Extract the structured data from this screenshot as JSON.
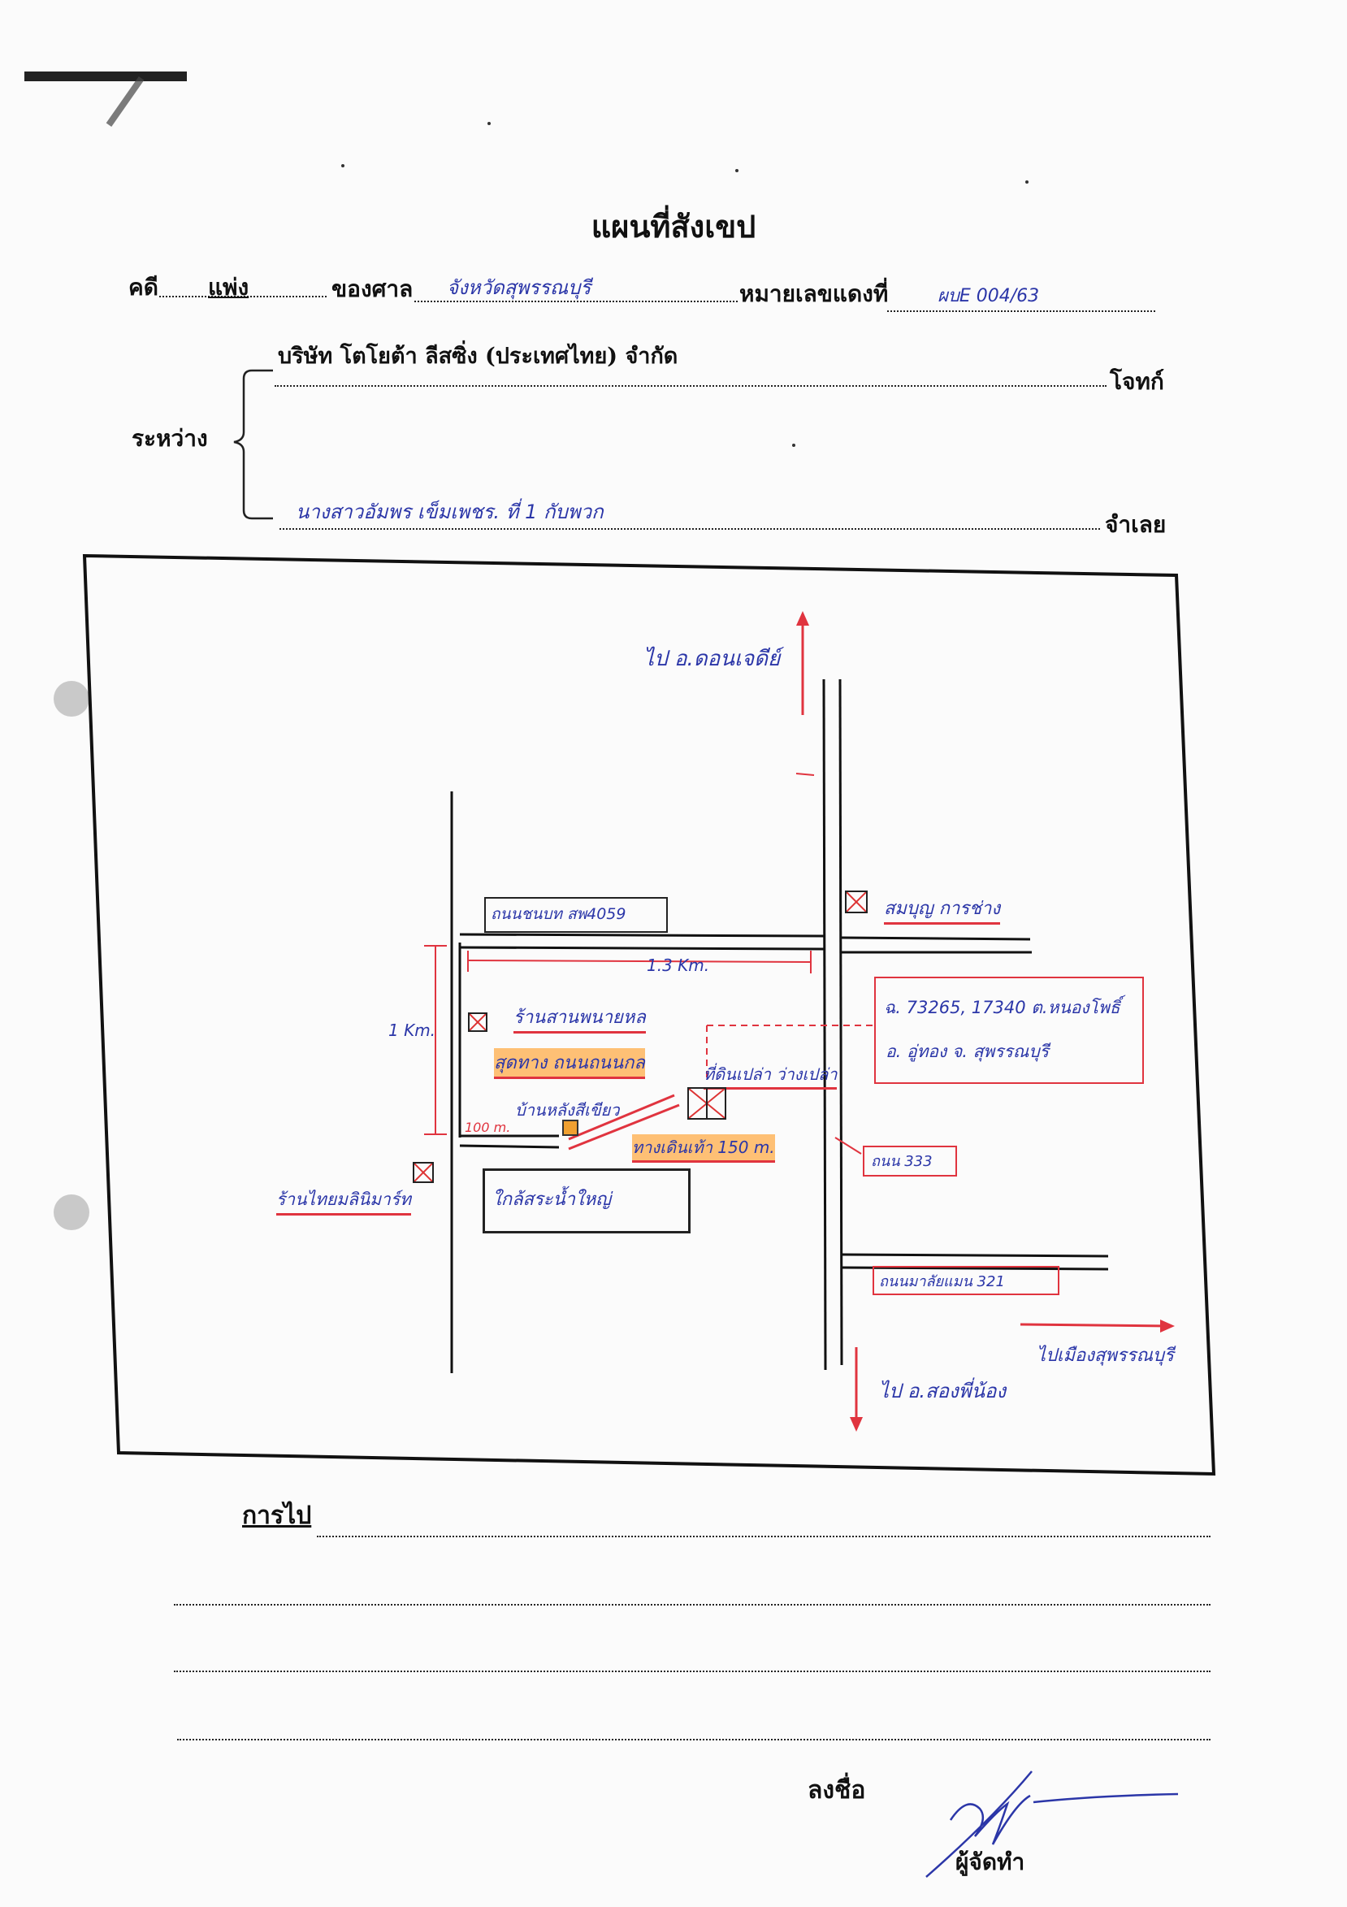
{
  "header": {
    "title": "แผนที่สังเขป",
    "case_label": "คดี",
    "case_type": "แพ่ง",
    "court_label": "ของศาล",
    "court_name": "จังหวัดสุพรรณบุรี",
    "red_number_label": "หมายเลขแดงที่",
    "red_number": "ผบE 004/63"
  },
  "parties": {
    "between_label": "ระหว่าง",
    "plaintiff_name": "บริษัท โตโยต้า ลีสซิ่ง (ประเทศไทย) จำกัด",
    "plaintiff_role": "โจทก์",
    "defendant_name": "นางสาวอัมพร เข็มเพชร. ที่ 1 กับพวก",
    "defendant_role": "จำเลย"
  },
  "map": {
    "to_north": "ไป อ.ดอนเจดีย์",
    "road_top": "ถนนชนบท สพ4059",
    "shop_top_right": "สมบุญ การช่าง",
    "distance_h": "1.3 Km.",
    "distance_v": "1 Km.",
    "distance_short": "100 m.",
    "shop_grocery": "ร้านสานพนายหล",
    "landmark_highlight": "สุดทาง ถนนถนนกล",
    "shop_house": "บ้านหลังสีเขียว",
    "target_location": "ที่ดินเปล่า ว่างเปล่า",
    "walk_distance": "ทางเดินเท้า 150 m.",
    "parcel_info_line1": "ฉ. 73265, 17340 ต.หนองโพธิ์",
    "parcel_info_line2": "อ. อู่ทอง จ. สุพรรณบุรี",
    "road_right_middle": "ถนน 333",
    "shop_left": "ร้านไทยมลินิมาร์ท",
    "water_tank": "ใกล้สระน้ำใหญ่",
    "road_bottom_right": "ถนนมาลัยแมน 321",
    "to_suphanburi": "ไปเมืองสุพรรณบุรี",
    "to_south": "ไป อ.สองพี่น้อง"
  },
  "route": {
    "label": "การไป",
    "text": ""
  },
  "signature": {
    "sign_label": "ลงชื่อ",
    "preparer_label": "ผู้จัดทำ"
  }
}
